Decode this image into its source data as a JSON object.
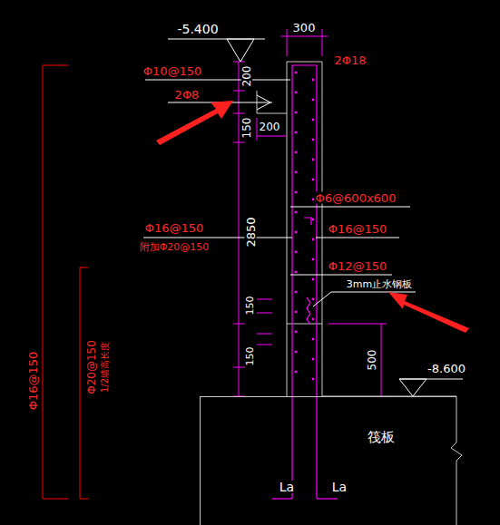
{
  "diagram": {
    "nodes": [
      {
        "text": [
          "筏板"
        ]
      }
    ],
    "labels": [
      "-5.400",
      "300",
      "2Φ18",
      "Φ10@150",
      "200",
      "2Φ8",
      "150",
      "200",
      "Φ6@600x600",
      "Φ16@150",
      "附加Φ20@150",
      "Φ16@150",
      "2850",
      "Φ12@150",
      "3mm止水钢板",
      "150",
      "150",
      "500",
      "-8.600",
      "La",
      "La",
      "Φ16@150",
      "Φ20@150",
      "1/2墙高长度"
    ]
  }
}
